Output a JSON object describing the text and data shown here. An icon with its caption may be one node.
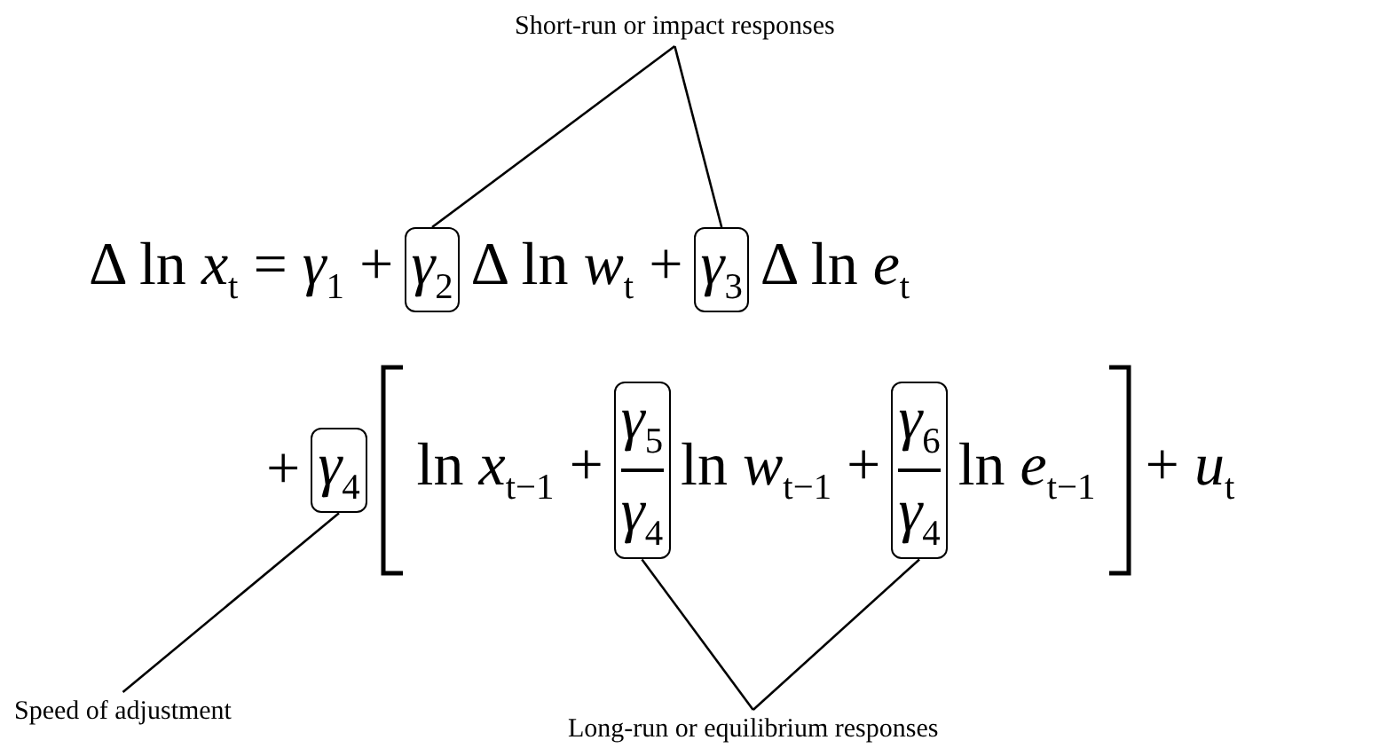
{
  "diagram": {
    "nodes": [
      {
        "text": [
          "Short-run or impact responses"
        ]
      },
      {
        "text": [
          "γ$_{2}$"
        ]
      },
      {
        "text": [
          "γ$_{3}$"
        ]
      },
      {
        "text": [
          "γ$_{4}$"
        ]
      },
      {
        "text": [
          "γ$_{5}$",
          "γ$_{4}$"
        ]
      },
      {
        "text": [
          "γ$_{6}$",
          "γ$_{4}$"
        ]
      },
      {
        "text": [
          "Speed of adjustment"
        ]
      },
      {
        "text": [
          "Long-run or equilibrium responses"
        ]
      }
    ],
    "edges": [
      {
        "from": 0,
        "to": 1,
        "arrow": "none"
      },
      {
        "from": 0,
        "to": 2,
        "arrow": "none"
      },
      {
        "from": 6,
        "to": 3,
        "arrow": "none"
      },
      {
        "from": 7,
        "to": 4,
        "arrow": "none"
      },
      {
        "from": 7,
        "to": 5,
        "arrow": "none"
      }
    ],
    "labels": [
      "Δ ln *x*$_{t}$ = *γ*$_{1}$ +",
      "Δ ln *w*$_{t}$ +",
      "Δ ln *e*$_{t}$",
      "+",
      "ln *x*$_{t−1}$ +",
      "ln *w*$_{t−1}$ +",
      "ln *e*$_{t−1}$",
      "+ *u*$_{t}$"
    ]
  }
}
